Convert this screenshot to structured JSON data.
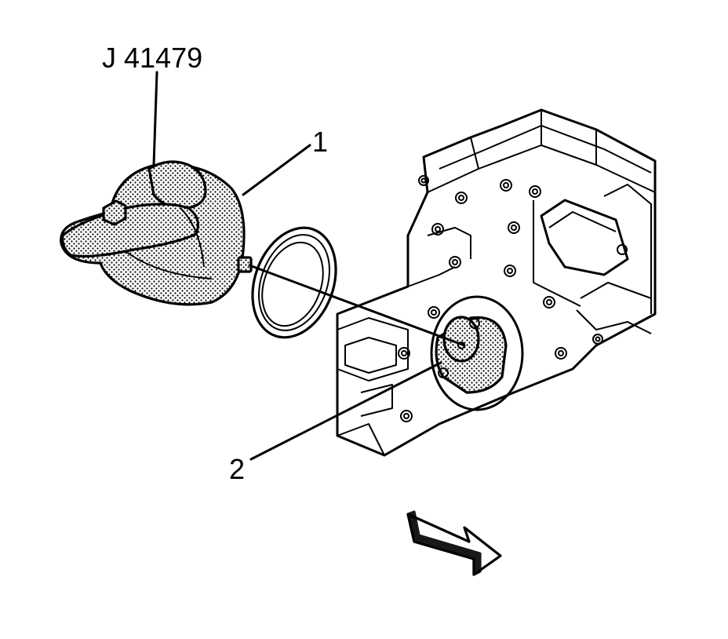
{
  "diagram": {
    "tool_label": "J 41479",
    "callouts": [
      {
        "number": "1"
      },
      {
        "number": "2"
      }
    ],
    "colors": {
      "line": "#000000",
      "background": "#ffffff",
      "shading": "#6e6e6e"
    }
  }
}
